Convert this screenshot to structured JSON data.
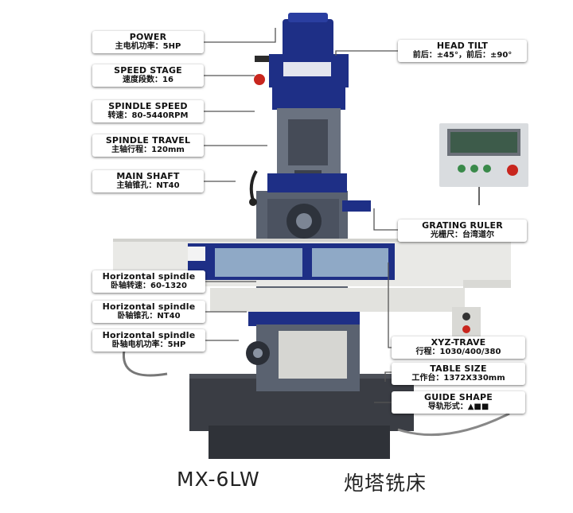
{
  "callouts_left": [
    {
      "id": "power",
      "en": "POWER",
      "cn": "主电机功率：5HP"
    },
    {
      "id": "speed-stage",
      "en": "SPEED STAGE",
      "cn": "速度段数：16"
    },
    {
      "id": "spindle-speed",
      "en": "SPINDLE SPEED",
      "cn": "转速：80-5440RPM"
    },
    {
      "id": "spindle-travel",
      "en": "SPINDLE TRAVEL",
      "cn": "主轴行程：120mm"
    },
    {
      "id": "main-shaft",
      "en": "MAIN SHAFT",
      "cn": "主轴锥孔：NT40"
    },
    {
      "id": "horizontal-spindle-speed",
      "en": "Horizontal spindle",
      "cn": "卧轴转速：60-1320"
    },
    {
      "id": "horizontal-spindle-taper",
      "en": "Horizontal spindle",
      "cn": "卧轴锥孔：NT40"
    },
    {
      "id": "horizontal-spindle-power",
      "en": "Horizontal spindle",
      "cn": "卧轴电机功率：5HP"
    }
  ],
  "callouts_right": [
    {
      "id": "head-tilt",
      "en": "HEAD TILT",
      "cn": "前后：±45°，前后：±90°"
    },
    {
      "id": "grating-ruler",
      "en": "GRATING RULER",
      "cn": "光栅尺：台湾道尔"
    },
    {
      "id": "xyz-travel",
      "en": "XYZ-TRAVE",
      "cn": "行程：1030/400/380"
    },
    {
      "id": "table-size",
      "en": "TABLE SIZE",
      "cn": "工作台：1372X330mm"
    },
    {
      "id": "guide-shape",
      "en": "GUIDE SHAPE",
      "cn": "导轨形式：▲■■"
    }
  ],
  "caption": {
    "model": "MX-6LW",
    "name": "炮塔铣床"
  },
  "colors": {
    "machine_blue": "#1e2f86",
    "machine_grey": "#5a6270",
    "base_dark": "#3a3d44",
    "table_white": "#e9e9e6"
  }
}
